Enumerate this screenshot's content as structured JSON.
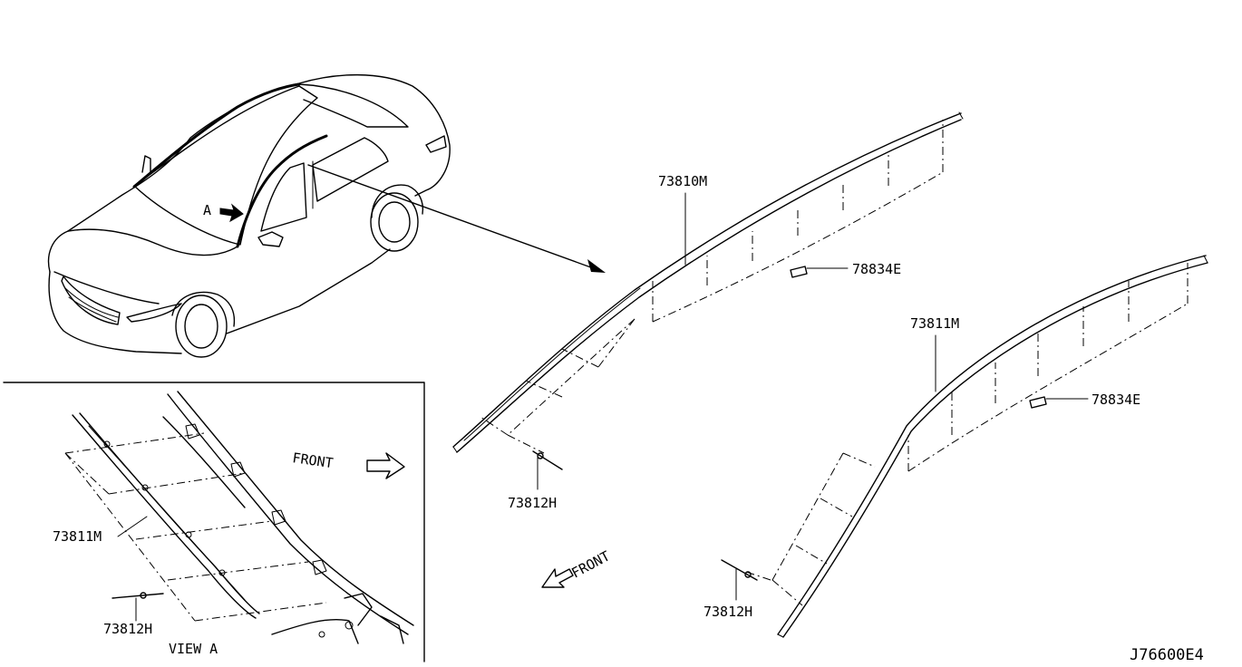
{
  "diagram": {
    "ref_code": "J76600E4",
    "view_marker": "A",
    "detail_view_caption": "VIEW A",
    "front_label": "FRONT",
    "parts": {
      "roof_molding_front": "73810M",
      "roof_molding_rear": "73811M",
      "clip_front": "78834E",
      "clip_rear": "78834E",
      "fastener_front": "73812H",
      "fastener_rear": "73812H",
      "detail_molding": "73811M",
      "detail_fastener": "73812H"
    }
  }
}
